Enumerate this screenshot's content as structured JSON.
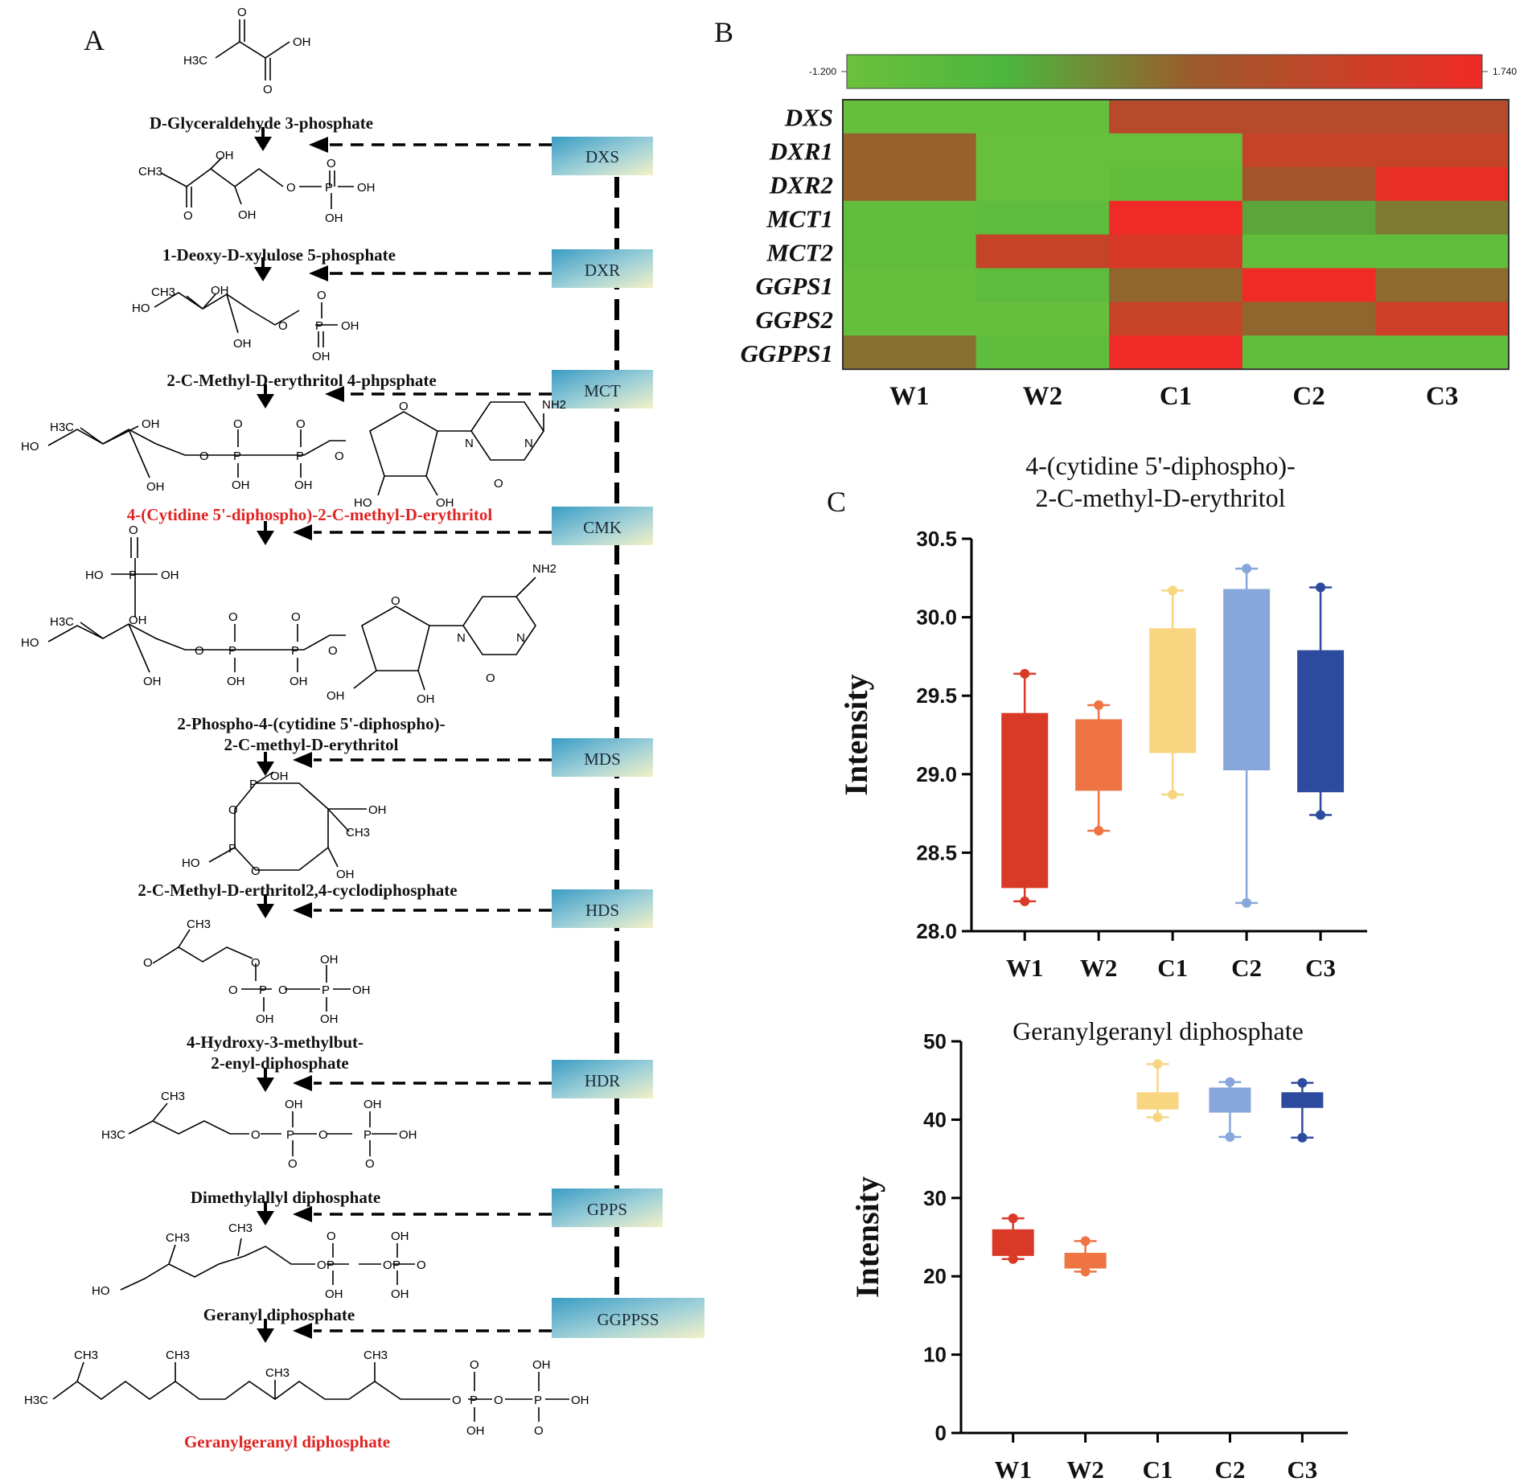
{
  "panels": {
    "a": "A",
    "b": "B",
    "c": "C"
  },
  "pathway": {
    "metabolites": [
      {
        "id": "m1",
        "label": "D-Glyceraldehyde 3-phosphate",
        "highlight": false
      },
      {
        "id": "m2",
        "label": "1-Deoxy-D-xylulose 5-phosphate",
        "highlight": false
      },
      {
        "id": "m3",
        "label": "2-C-Methyl-D-erythritol 4-phpsphate",
        "highlight": false
      },
      {
        "id": "m4",
        "label": "4-(Cytidine 5'-diphospho)-2-C-methyl-D-erythritol",
        "highlight": true
      },
      {
        "id": "m5a",
        "label": "2-Phospho-4-(cytidine 5'-diphospho)-",
        "highlight": false
      },
      {
        "id": "m5b",
        "label": "2-C-methyl-D-erythritol",
        "highlight": false
      },
      {
        "id": "m6",
        "label": "2-C-Methyl-D-erthritol2,4-cyclodiphosphate",
        "highlight": false
      },
      {
        "id": "m7a",
        "label": "4-Hydroxy-3-methylbut-",
        "highlight": false
      },
      {
        "id": "m7b",
        "label": "2-enyl-diphosphate",
        "highlight": false
      },
      {
        "id": "m8",
        "label": "Dimethylallyl diphosphate",
        "highlight": false
      },
      {
        "id": "m9",
        "label": "Geranyl diphosphate",
        "highlight": false
      },
      {
        "id": "m10",
        "label": "Geranylgeranyl diphosphate",
        "highlight": true
      }
    ],
    "enzymes": [
      "DXS",
      "DXR",
      "MCT",
      "CMK",
      "MDS",
      "HDS",
      "HDR",
      "GPPS",
      "GGPPSS"
    ],
    "atoms": {
      "OH": "OH",
      "O": "O",
      "P": "P",
      "CH3": "CH3",
      "H3C": "H3C",
      "HO": "HO",
      "NH2": "NH2",
      "N": "N"
    }
  },
  "heatmap": {
    "colorbar": {
      "min_label": "-1.200",
      "max_label": "1.740",
      "min": -1.2,
      "max": 1.74,
      "colors": [
        "#6cc03c",
        "#4cb63e",
        "#9c5a2c",
        "#e53028"
      ]
    },
    "columns": [
      "W1",
      "W2",
      "C1",
      "C2",
      "C3"
    ],
    "rows": [
      {
        "gene": "DXS",
        "values": [
          -1.05,
          -1.05,
          0.85,
          0.85,
          0.85
        ]
      },
      {
        "gene": "DXR1",
        "values": [
          0.35,
          -1.1,
          -1.1,
          1.05,
          1.05
        ]
      },
      {
        "gene": "DXR2",
        "values": [
          0.35,
          -1.1,
          -1.0,
          0.55,
          1.6
        ]
      },
      {
        "gene": "MCT1",
        "values": [
          -1.0,
          -0.85,
          1.74,
          -0.3,
          0.1
        ]
      },
      {
        "gene": "MCT2",
        "values": [
          -1.0,
          1.05,
          1.35,
          -1.0,
          -0.95
        ]
      },
      {
        "gene": "GGPS1",
        "values": [
          -1.05,
          -0.85,
          0.3,
          1.74,
          0.25
        ]
      },
      {
        "gene": "GGPS2",
        "values": [
          -1.05,
          -1.05,
          1.05,
          0.3,
          1.2
        ]
      },
      {
        "gene": "GGPPS1",
        "values": [
          0.2,
          -0.9,
          1.74,
          -0.95,
          -0.95
        ]
      }
    ]
  },
  "chart_data": [
    {
      "type": "box",
      "title_lines": [
        "4-(cytidine 5'-diphospho)-",
        "2-C-methyl-D-erythritol"
      ],
      "ylabel": "Intensity",
      "ylim": [
        28.0,
        30.5
      ],
      "yticks": [
        "28.0",
        "28.5",
        "29.0",
        "29.5",
        "30.0",
        "30.5"
      ],
      "categories": [
        "W1",
        "W2",
        "C1",
        "C2",
        "C3"
      ],
      "colors": [
        "#d93a27",
        "#ef7443",
        "#f8d580",
        "#87a7db",
        "#2d4b9e"
      ],
      "boxes": [
        {
          "min": 28.19,
          "q1": 28.28,
          "median": 28.28,
          "q3": 29.39,
          "max": 29.64
        },
        {
          "min": 28.64,
          "q1": 28.9,
          "median": 28.9,
          "q3": 29.35,
          "max": 29.44
        },
        {
          "min": 28.87,
          "q1": 29.14,
          "median": 29.14,
          "q3": 29.93,
          "max": 30.17
        },
        {
          "min": 28.18,
          "q1": 29.03,
          "median": 29.03,
          "q3": 30.18,
          "max": 30.31
        },
        {
          "min": 28.74,
          "q1": 28.89,
          "median": 28.89,
          "q3": 29.79,
          "max": 30.19
        }
      ]
    },
    {
      "type": "box",
      "title_lines": [
        "Geranylgeranyl diphosphate"
      ],
      "ylabel": "Intensity",
      "ylim": [
        0,
        50
      ],
      "yticks": [
        "0",
        "10",
        "20",
        "30",
        "40",
        "50"
      ],
      "categories": [
        "W1",
        "W2",
        "C1",
        "C2",
        "C3"
      ],
      "colors": [
        "#d93a27",
        "#ef7443",
        "#f8d580",
        "#87a7db",
        "#2d4b9e"
      ],
      "boxes": [
        {
          "min": 22.2,
          "q1": 22.6,
          "median": 24.0,
          "q3": 26.0,
          "max": 27.4
        },
        {
          "min": 20.6,
          "q1": 21.0,
          "median": 21.6,
          "q3": 23.0,
          "max": 24.5
        },
        {
          "min": 40.3,
          "q1": 41.3,
          "median": 42.2,
          "q3": 43.5,
          "max": 47.1
        },
        {
          "min": 37.8,
          "q1": 40.9,
          "median": 42.6,
          "q3": 44.1,
          "max": 44.8
        },
        {
          "min": 37.7,
          "q1": 41.5,
          "median": 42.5,
          "q3": 43.5,
          "max": 44.7
        }
      ]
    }
  ]
}
